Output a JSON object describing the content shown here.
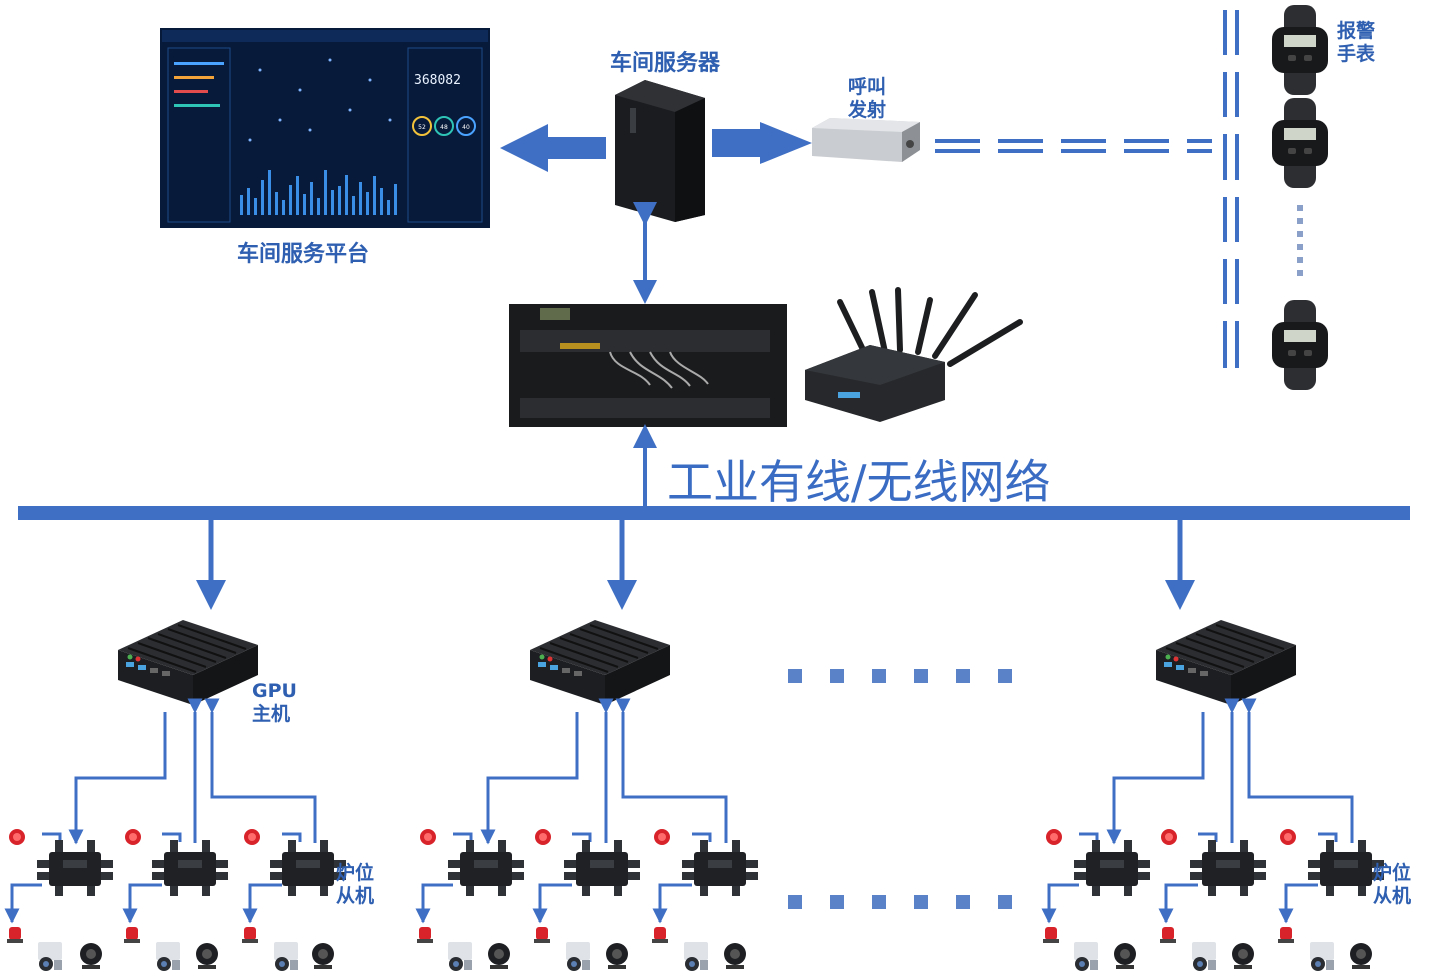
{
  "labels": {
    "server": "车间服务器",
    "platform": "车间服务平台",
    "call_transmitter_l1": "呼叫",
    "call_transmitter_l2": "发射",
    "alarm_watch_l1": "报警",
    "alarm_watch_l2": "手表",
    "network": "工业有线/无线网络",
    "gpu_host_l1": "GPU",
    "gpu_host_l2": "主机",
    "furnace_slave_l1": "炉位",
    "furnace_slave_l2": "从机"
  },
  "dashboard": {
    "counter": "368082",
    "gauges": [
      "52",
      "48",
      "40"
    ]
  },
  "colors": {
    "accent": "#3f6fc4",
    "label": "#2e5fb0",
    "dashboard_bg": "#071a3a",
    "device_dark": "#1d1f22",
    "alarm_red": "#d8232a"
  }
}
